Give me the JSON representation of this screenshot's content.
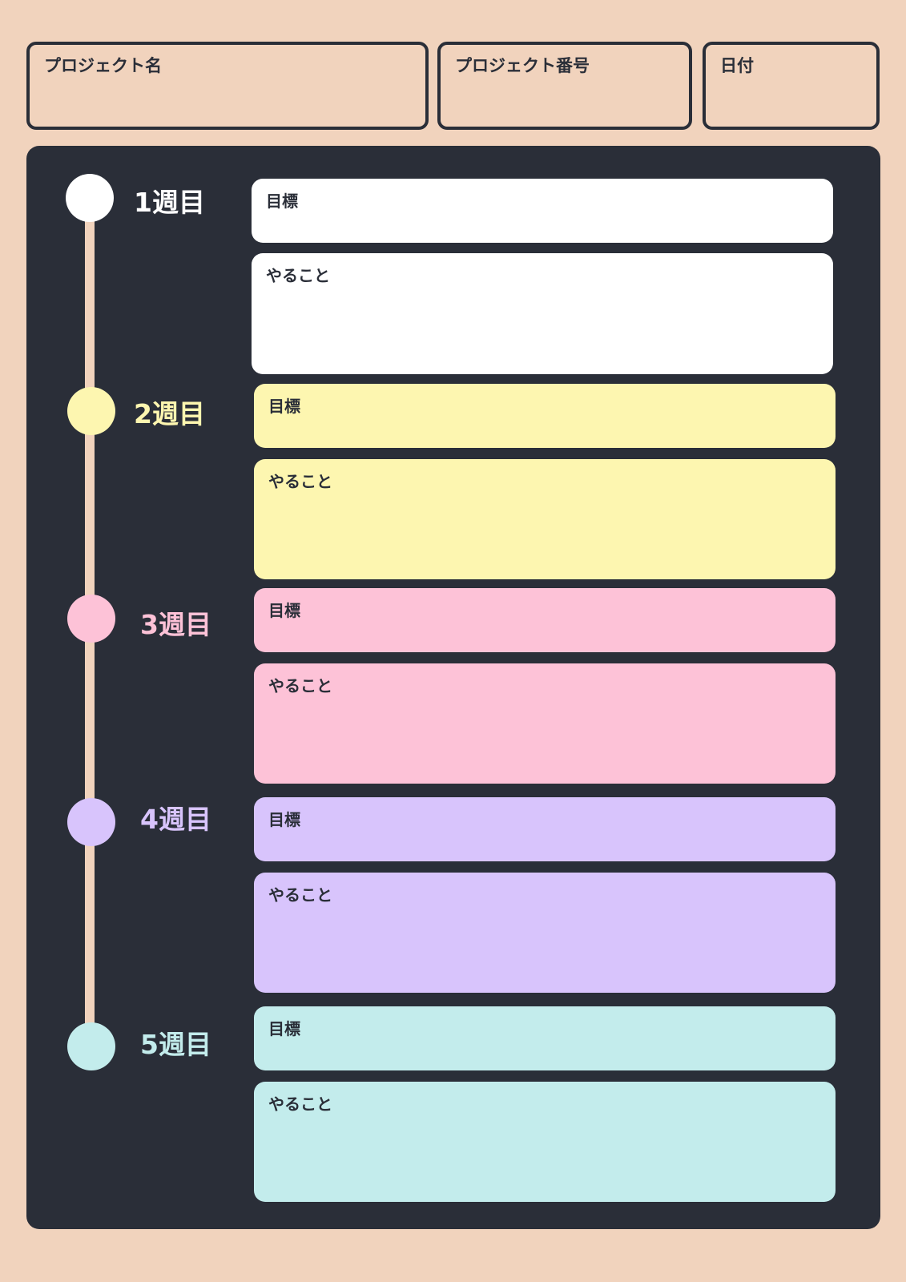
{
  "header": {
    "project_name_label": "プロジェクト名",
    "project_number_label": "プロジェクト番号",
    "date_label": "日付"
  },
  "weeks": [
    {
      "label": "1週目",
      "goal_label": "目標",
      "todo_label": "やること",
      "color": "#ffffff"
    },
    {
      "label": "2週目",
      "goal_label": "目標",
      "todo_label": "やること",
      "color": "#fdf6b0"
    },
    {
      "label": "3週目",
      "goal_label": "目標",
      "todo_label": "やること",
      "color": "#fdc2d7"
    },
    {
      "label": "4週目",
      "goal_label": "目標",
      "todo_label": "やること",
      "color": "#d8c4fc"
    },
    {
      "label": "5週目",
      "goal_label": "目標",
      "todo_label": "やること",
      "color": "#c3ecec"
    }
  ],
  "colors": {
    "background": "#f1d3bd",
    "panel": "#2a2e38"
  }
}
